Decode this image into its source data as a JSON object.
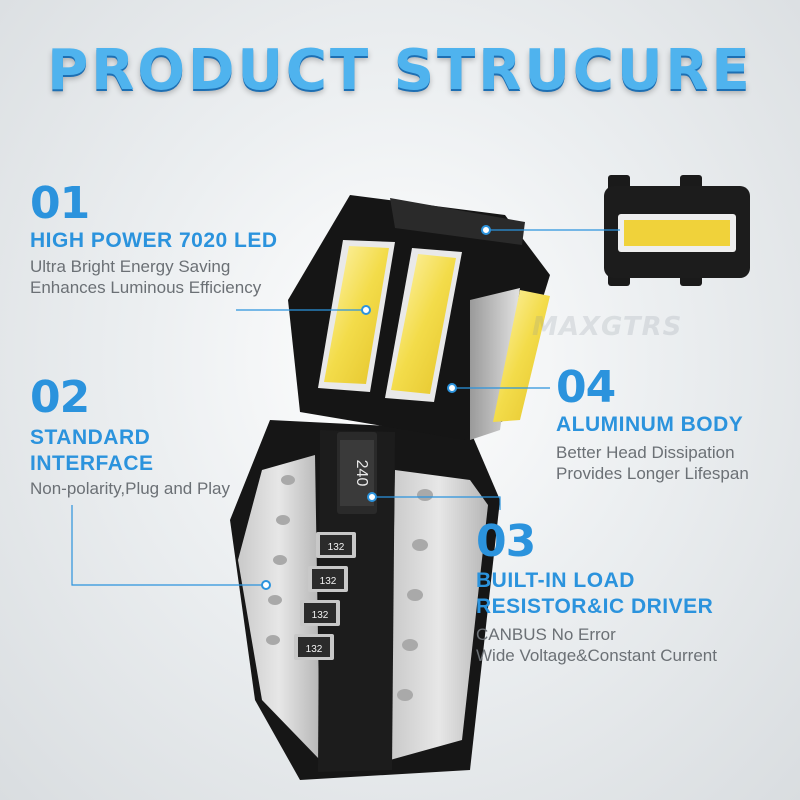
{
  "title": "PRODUCT STRUCURE",
  "watermark": "MAXGTRS",
  "features": [
    {
      "number": "01",
      "heading": "HIGH POWER 7020 LED",
      "lines": [
        "Ultra Bright Energy Saving",
        "Enhances Luminous Efficiency"
      ]
    },
    {
      "number": "02",
      "heading_lines": [
        "STANDARD",
        "INTERFACE"
      ],
      "lines": [
        "Non-polarity,Plug and Play"
      ]
    },
    {
      "number": "03",
      "heading_lines": [
        "BUILT-IN LOAD",
        "RESISTOR&IC DRIVER"
      ],
      "lines": [
        "CANBUS No Error",
        "Wide Voltage&Constant Current"
      ]
    },
    {
      "number": "04",
      "heading": "ALUMINUM BODY",
      "lines": [
        "Better Head Dissipation",
        "Provides Longer Lifespan"
      ]
    }
  ],
  "component_labels": {
    "diode": "240",
    "resistors": [
      "132",
      "132",
      "132",
      "132"
    ]
  },
  "colors": {
    "accent": "#2b93dd",
    "title": "#4fb3ee",
    "led_yellow": "#f0d23a",
    "body_black": "#141414"
  }
}
